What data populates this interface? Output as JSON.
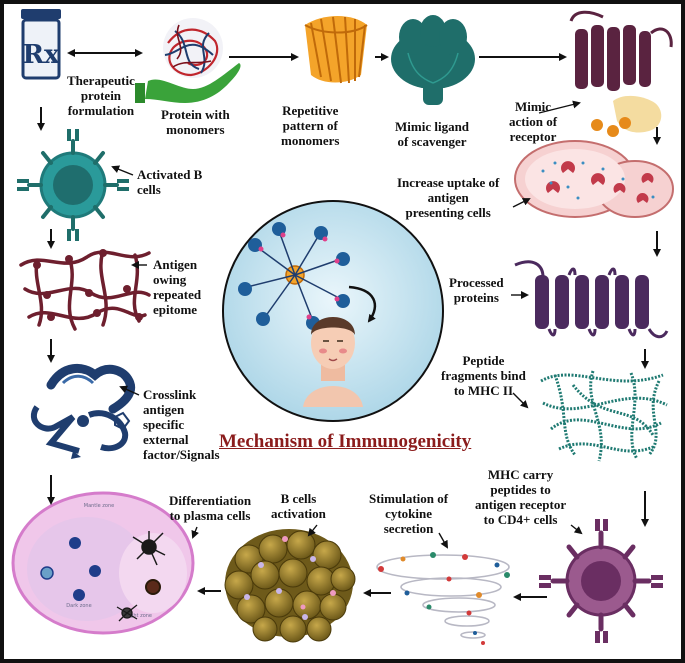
{
  "title": "Mechanism of Immunogenicity",
  "labels": {
    "therapeutic": "Therapeutic\nprotein\nformulation",
    "monomers": "Protein with\nmonomers",
    "repetitive": "Repetitive\npattern of\nmonomers",
    "ligand": "Mimic ligand\nof scavenger",
    "receptor": "Mimic\naction of\nreceptor",
    "uptake": "Increase uptake of\nantigen\npresenting cells",
    "processed": "Processed\nproteins",
    "peptide": "Peptide\nfragments bind\nto MHC II",
    "mhc": "MHC carry\npeptides to\nantigen receptor\nto CD4+ cells",
    "cytokine": "Stimulation of\ncytokine\nsecretion",
    "bcells_act": "B cells\nactivation",
    "differentiation": "Differentiation\nto plasma cells",
    "crosslink": "Crosslink\nantigen\nspecific\nexternal\nfactor/Signals",
    "antigen": "Antigen\nowing\nrepeated\nepitome",
    "activated_b": "Activated B\ncells"
  },
  "icons": {
    "rx": "Rx",
    "plasma_top": "Mantle zone",
    "plasma_left": "Dark zone",
    "plasma_right": "Light zone"
  },
  "colors": {
    "title": "#8b1c1c",
    "teal": "#2a7f74",
    "maroon": "#6e1f2e",
    "purple": "#4b2a5e",
    "navy": "#1f3d6e",
    "orange": "#f4a42a"
  }
}
